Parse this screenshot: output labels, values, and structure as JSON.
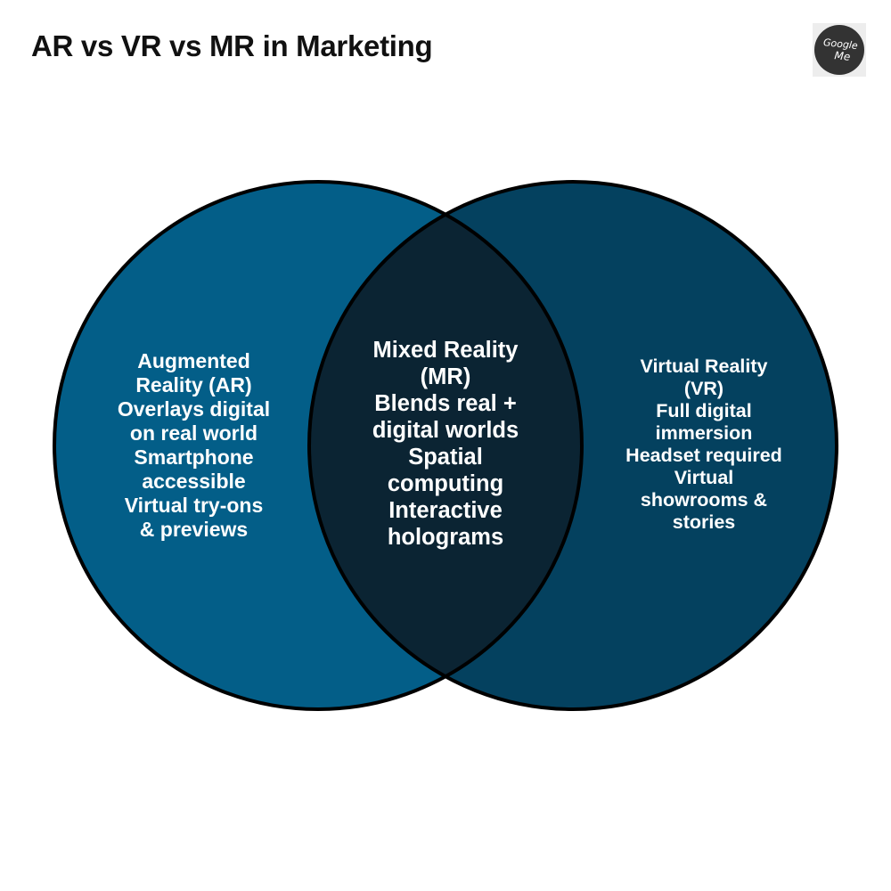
{
  "title": "AR vs VR vs MR in Marketing",
  "logo": {
    "line1": "Google",
    "line2": "Me",
    "icon": "google-me-logo-icon"
  },
  "colors": {
    "ar_circle": "#035e88",
    "vr_circle": "#04415f",
    "overlap": "#0b2433",
    "outline": "#000000",
    "text": "#ffffff"
  },
  "venn": {
    "left": {
      "lines": [
        "Augmented",
        "Reality (AR)",
        "Overlays digital",
        "on real world",
        "Smartphone",
        "accessible",
        "Virtual try-ons",
        "& previews"
      ]
    },
    "center": {
      "lines": [
        "Mixed Reality",
        "(MR)",
        "Blends real +",
        "digital worlds",
        "Spatial",
        "computing",
        "Interactive",
        "holograms"
      ]
    },
    "right": {
      "lines": [
        "Virtual Reality",
        "(VR)",
        "Full digital",
        "immersion",
        "Headset required",
        "Virtual",
        "showrooms &",
        "stories"
      ]
    }
  }
}
